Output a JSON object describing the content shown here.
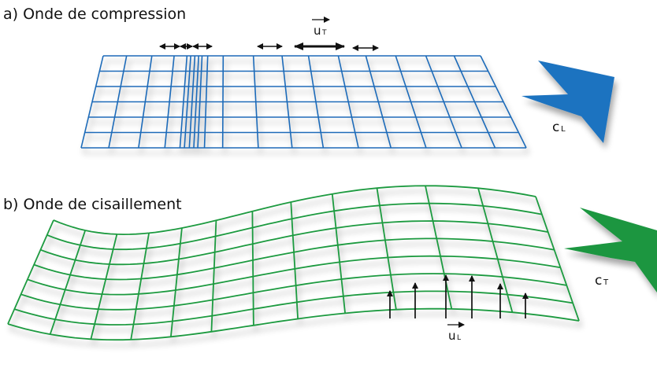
{
  "panel_a": {
    "title": "a) Onde de compression",
    "vector_label": "u",
    "vector_subscript": "T",
    "speed_label": "c",
    "speed_subscript": "L",
    "grid_color": "#1e6bb8",
    "arrow_color": "#1f73c0"
  },
  "panel_b": {
    "title": "b) Onde de cisaillement",
    "vector_label": "u",
    "vector_subscript": "L",
    "speed_label": "c",
    "speed_subscript": "T",
    "grid_color": "#1f9a3f",
    "arrow_color": "#1a9640"
  }
}
